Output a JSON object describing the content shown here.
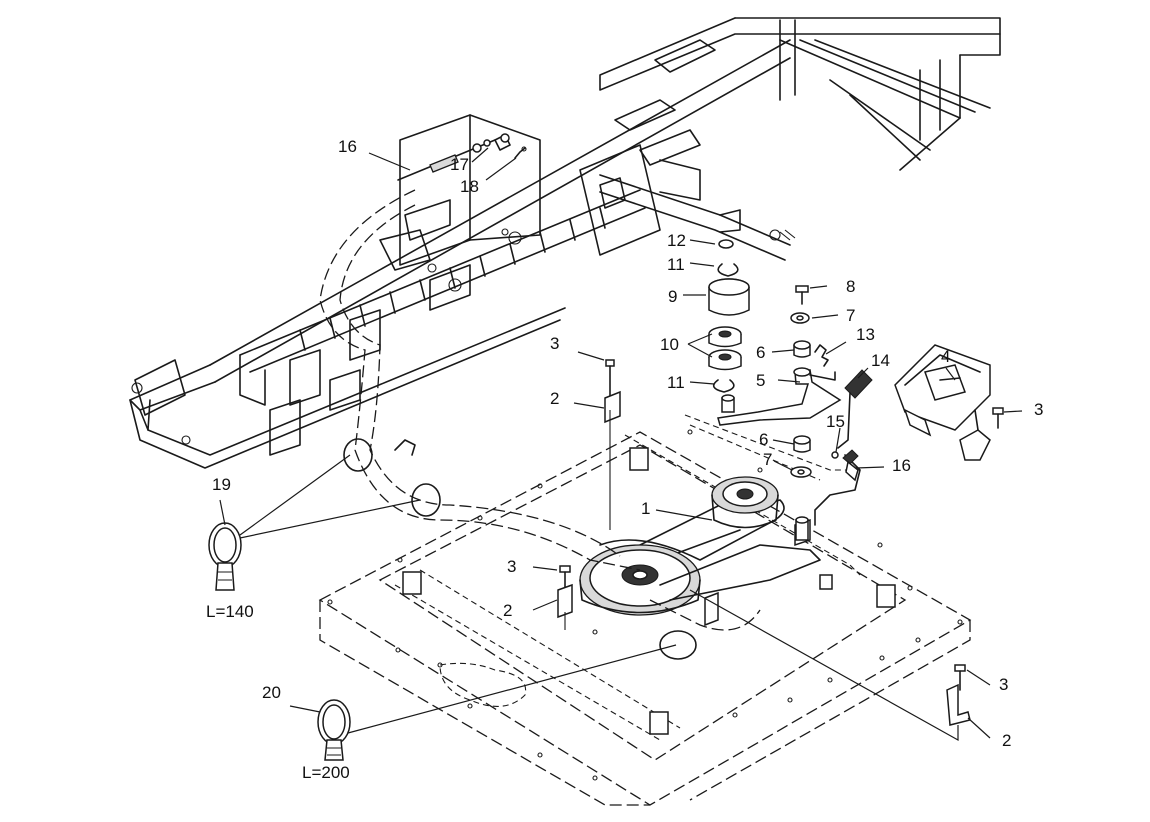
{
  "callouts": {
    "c1": "1",
    "c2a": "2",
    "c2b": "2",
    "c2c": "2",
    "c3a": "3",
    "c3b": "3",
    "c3c": "3",
    "c3d": "3",
    "c4": "4",
    "c5": "5",
    "c6a": "6",
    "c6b": "6",
    "c7a": "7",
    "c7b": "7",
    "c8": "8",
    "c9": "9",
    "c10": "10",
    "c11a": "11",
    "c11b": "11",
    "c12": "12",
    "c13": "13",
    "c14": "14",
    "c15": "15",
    "c16a": "16",
    "c16b": "16",
    "c17": "17",
    "c18": "18",
    "c19": "19",
    "c20": "20"
  },
  "lengths": {
    "l140": "L=140",
    "l200": "L=200"
  }
}
